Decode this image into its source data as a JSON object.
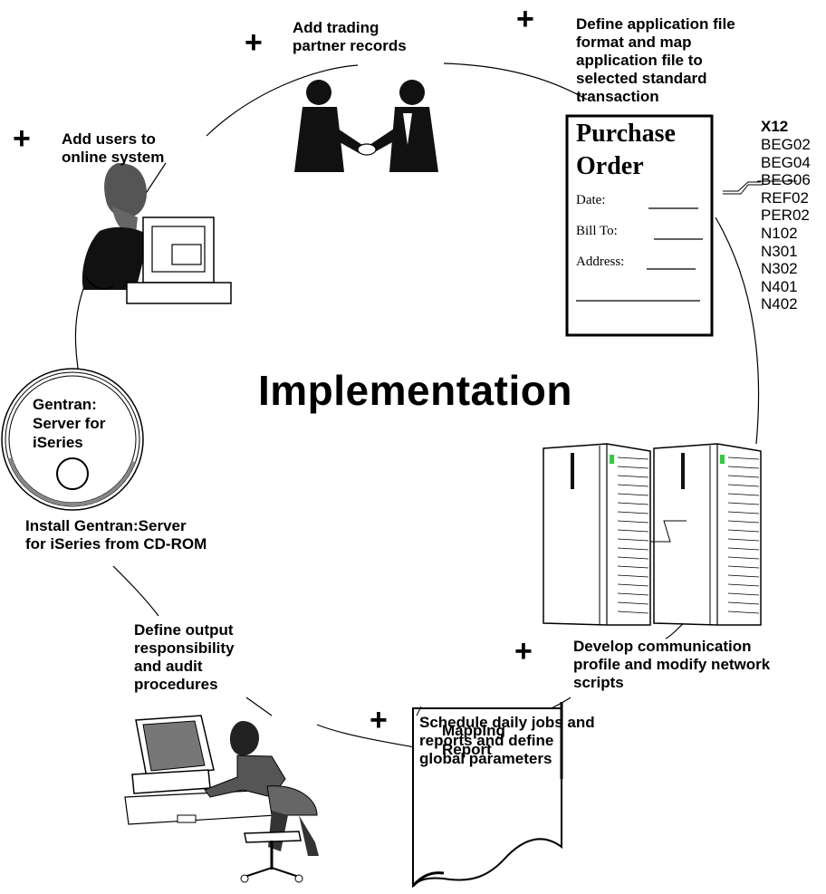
{
  "title": "Implementation",
  "steps": {
    "add_users": "Add users to\nonline system",
    "add_trading": "Add trading\npartner records",
    "define_app": "Define application file\nformat and map\napplication file to\nselected standard\ntransaction",
    "install": "Install Gentran:Server\nfor iSeries from CD-ROM",
    "define_output": "Define output\nresponsibility\nand audit\nprocedures",
    "develop_comm": "Develop communication\nprofile and modify network\nscripts",
    "schedule": "Schedule daily jobs and\nreports and define\nglobal parameters"
  },
  "plus_sign": "+",
  "purchase_order": {
    "title_line1": "Purchase",
    "title_line2": "Order",
    "date": "Date:",
    "bill_to": "Bill To:",
    "address": "Address:"
  },
  "x12": {
    "heading": "X12",
    "fields": [
      "BEG02",
      "BEG04",
      "BEG06",
      "REF02",
      "PER02",
      "N102",
      "N301",
      "N302",
      "N401",
      "N402"
    ]
  },
  "cd": {
    "label": "Gentran:\nServer for\niSeries"
  },
  "report": {
    "label": "Mapping\nReport"
  },
  "colors": {
    "server_led": "#2ecc40"
  },
  "icons": [
    "person-at-computer-icon",
    "handshake-icon",
    "purchase-order-icon",
    "cd-rom-icon",
    "server-icon",
    "worker-at-desk-icon",
    "report-document-icon"
  ]
}
